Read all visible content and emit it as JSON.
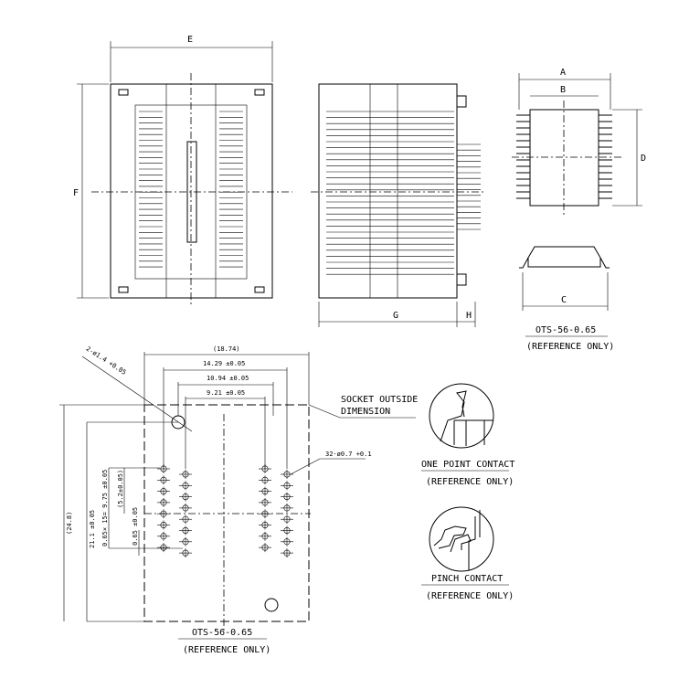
{
  "top_view": {
    "dim_width": "E",
    "dim_height": "F"
  },
  "side_view": {
    "dim_body": "G",
    "dim_pin": "H"
  },
  "package": {
    "dim_a": "A",
    "dim_b": "B",
    "dim_c": "C",
    "dim_d": "D",
    "title": "OTS-56-0.65",
    "note": "(REFERENCE ONLY)"
  },
  "footprint": {
    "dims": {
      "overall": "(18.74)",
      "outer_pitch": "14.29 ±0.05",
      "mid_pitch": "10.94 ±0.05",
      "inner_pitch": "9.21 ±0.05",
      "height_overall": "(24.8)",
      "height_holes": "21.1 ±0.05",
      "pin_span": "0.65× 15= 9.75 ±0.05",
      "half_span": "(5.2±0.05)",
      "pitch": "0.65 ±0.05"
    },
    "mount_hole": "2-ø1.4 +0.05",
    "pin_hole": "32-ø0.7 +0.1",
    "socket_outside_line1": "SOCKET OUTSIDE",
    "socket_outside_line2": "DIMENSION",
    "title": "OTS-56-0.65",
    "note": "(REFERENCE ONLY)"
  },
  "contacts": [
    {
      "title": "ONE POINT CONTACT",
      "note": "(REFERENCE ONLY)"
    },
    {
      "title": "PINCH CONTACT",
      "note": "(REFERENCE ONLY)"
    }
  ]
}
